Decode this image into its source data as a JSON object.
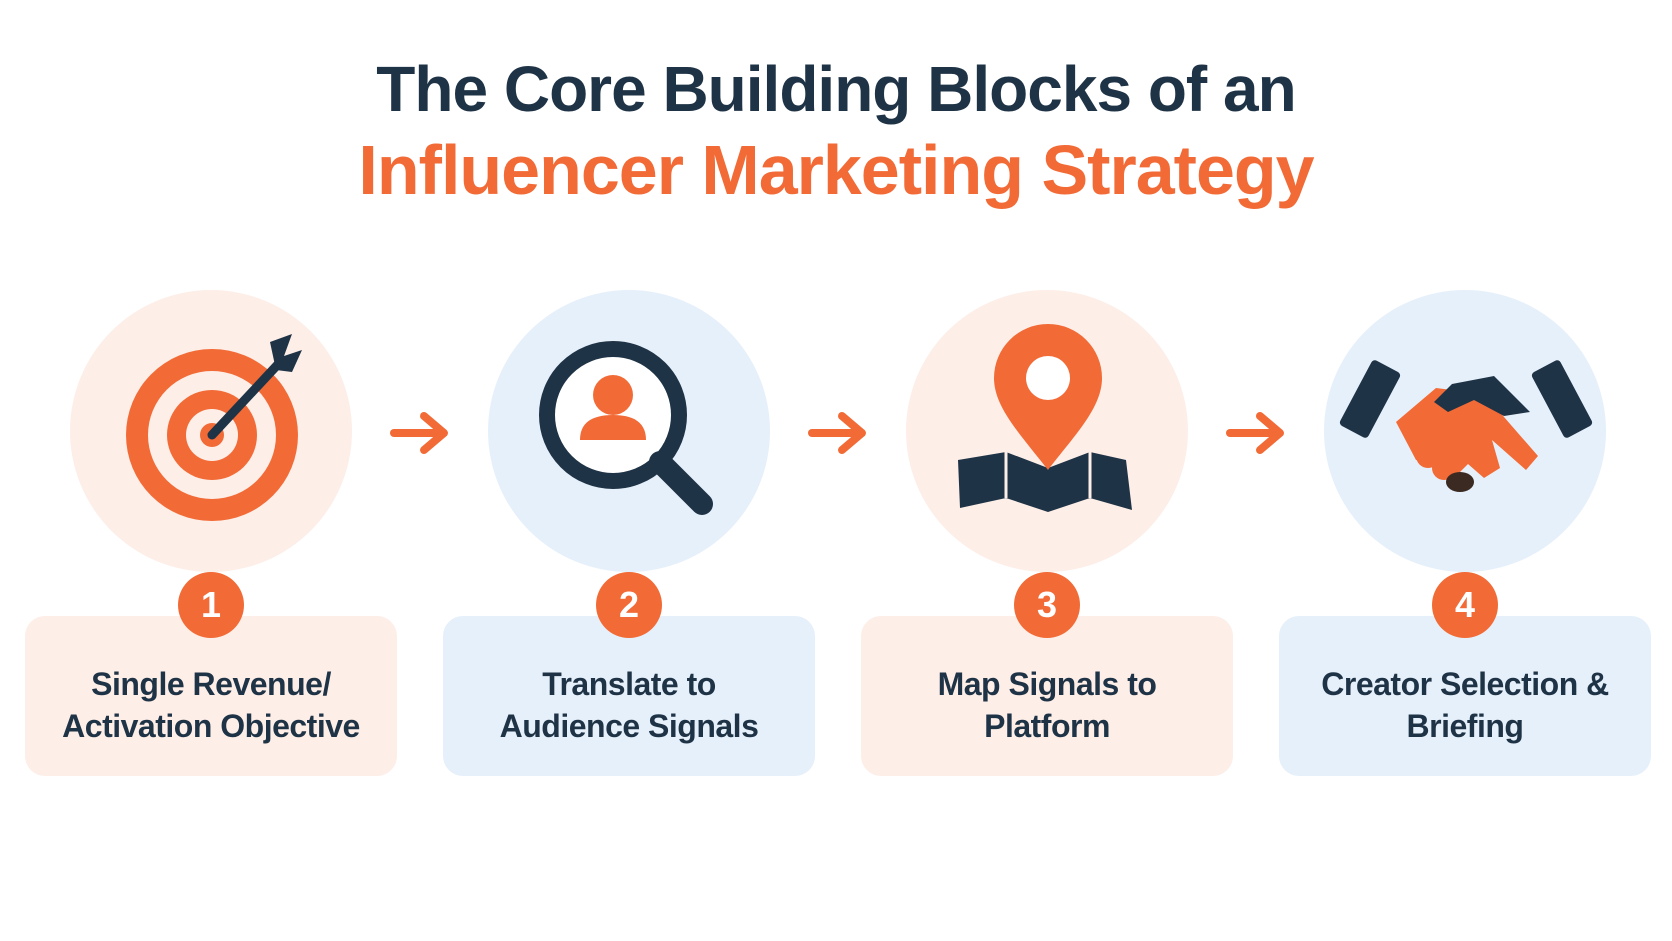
{
  "title": {
    "line1": "The Core Building Blocks of an",
    "line2": "Influencer Marketing Strategy"
  },
  "colors": {
    "accent": "#f26a36",
    "dark": "#1f3346",
    "peach_bg": "#fdeee8",
    "blue_bg": "#e6f0fa"
  },
  "steps": [
    {
      "number": "1",
      "label_line1": "Single Revenue/",
      "label_line2": "Activation Objective",
      "icon": "target-arrow-icon"
    },
    {
      "number": "2",
      "label_line1": "Translate to",
      "label_line2": "Audience Signals",
      "icon": "magnifier-person-icon"
    },
    {
      "number": "3",
      "label_line1": "Map Signals to",
      "label_line2": "Platform",
      "icon": "map-pin-icon"
    },
    {
      "number": "4",
      "label_line1": "Creator Selection &",
      "label_line2": "Briefing",
      "icon": "handshake-icon"
    }
  ]
}
